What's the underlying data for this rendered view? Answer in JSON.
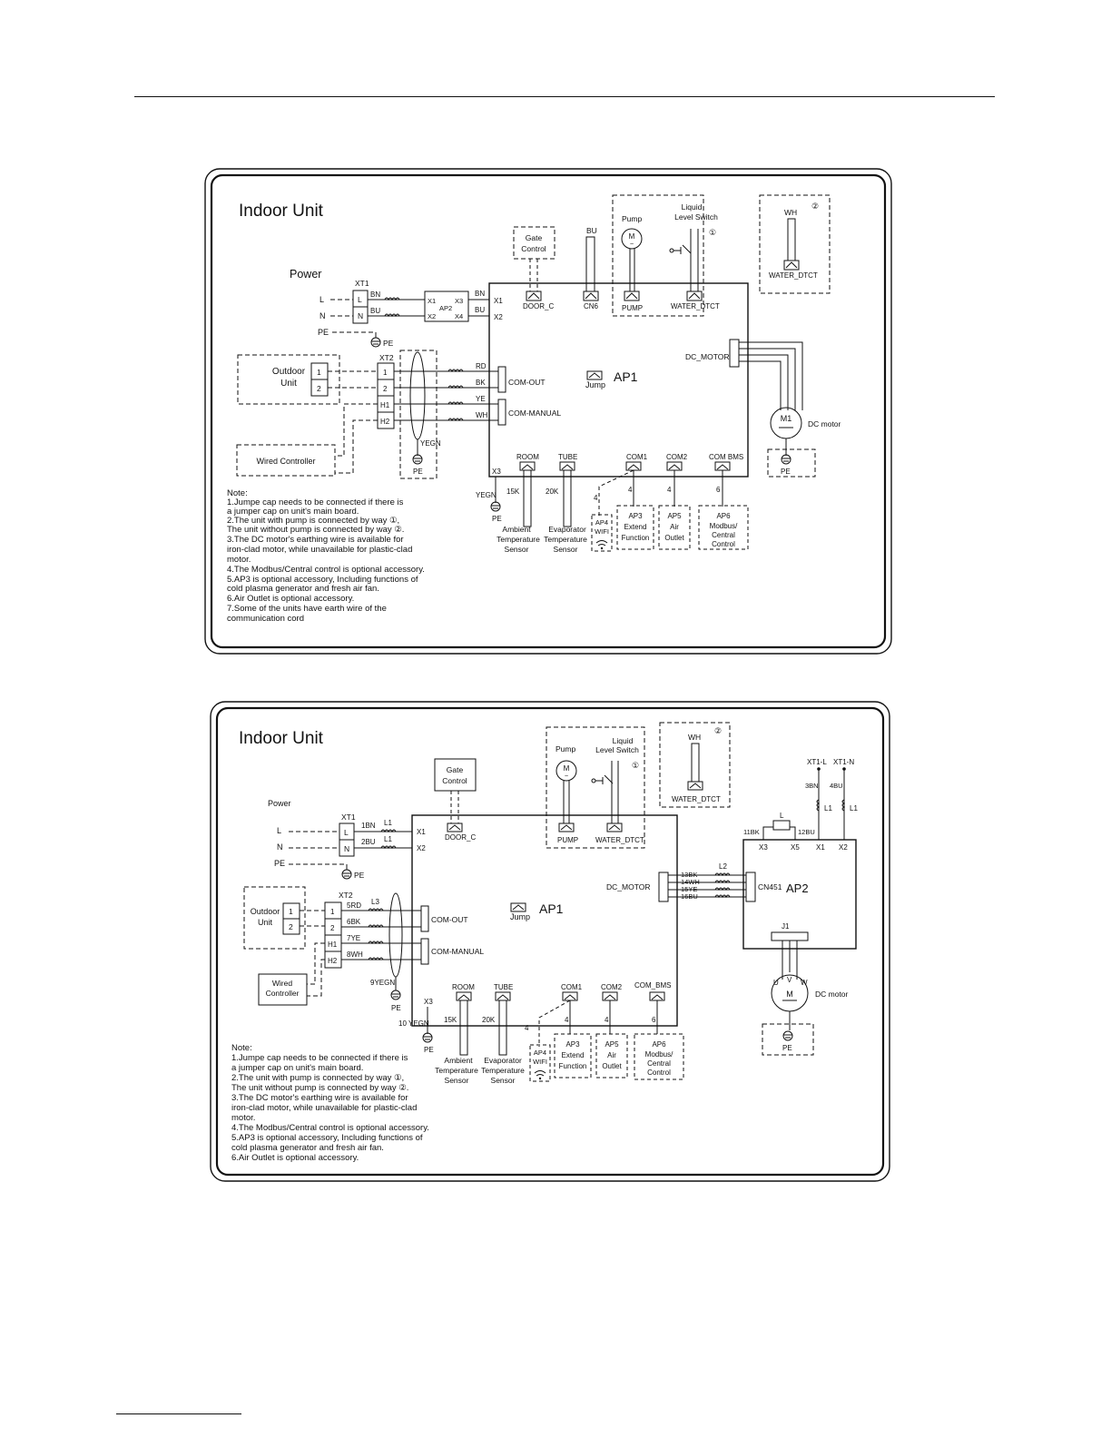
{
  "diagram1": {
    "title": "Indoor Unit",
    "power_label": "Power",
    "terminals": {
      "xt1": "XT1",
      "xt2": "XT2",
      "L": "L",
      "N": "N",
      "PE": "PE",
      "t1": "1",
      "t2": "2",
      "h1": "H1",
      "h2": "H2"
    },
    "outdoor_unit": [
      "Outdoor",
      "Unit"
    ],
    "wired_controller": "Wired Controller",
    "gate_control": [
      "Gate",
      "Control"
    ],
    "pump": "Pump",
    "liquid_level_switch": [
      "Liquid",
      "Level Switch"
    ],
    "way1": "①",
    "way2": "②",
    "motor_symbol": "M",
    "tilde": "~",
    "wh": "WH",
    "water_dtct": "WATER_DTCT",
    "bu": "BU",
    "ap1": "AP1",
    "ap2": "AP2",
    "jump": "Jump",
    "connectors": {
      "door_c": "DOOR_C",
      "cn6": "CN6",
      "pump": "PUMP",
      "water_dtct": "WATER_DTCT",
      "dc_motor": "DC_MOTOR",
      "com_out": "COM-OUT",
      "com_manual": "COM-MANUAL",
      "room": "ROOM",
      "tube": "TUBE",
      "com1": "COM1",
      "com2": "COM2",
      "com_bms": "COM BMS",
      "x1": "X1",
      "x2": "X2",
      "x3": "X3",
      "x4": "X4"
    },
    "wires": {
      "bn": "BN",
      "bu": "BU",
      "rd": "RD",
      "bk": "BK",
      "ye": "YE",
      "wh": "WH",
      "yegn": "YEGN"
    },
    "motor": {
      "label": "M1",
      "name": "DC motor"
    },
    "sensors": {
      "ambient": {
        "value": "15K",
        "lines": [
          "Ambient",
          "Temperature",
          "Sensor"
        ]
      },
      "evaporator": {
        "value": "20K",
        "lines": [
          "Evaporator",
          "Temperature",
          "Sensor"
        ]
      }
    },
    "wire_counts": {
      "com1": "4",
      "com1b": "4",
      "com2": "4",
      "bms": "6"
    },
    "accessories": {
      "ap4": "AP4",
      "wifi": "WIFI",
      "ap3": "AP3",
      "ap3_lines": [
        "Extend",
        "Function"
      ],
      "ap5": "AP5",
      "ap5_lines": [
        "Air",
        "Outlet"
      ],
      "ap6": "AP6",
      "ap6_lines": [
        "Modbus/",
        "Central",
        "Control"
      ]
    },
    "notes": [
      "Note:",
      "1.Jumpe cap needs to be connected if there is",
      " a jumper cap on unit's main board.",
      "2.The unit with pump is connected by way ①,",
      "The unit without pump is connected by way ②.",
      "3.The DC motor's earthing wire is available for",
      "iron-clad motor, while unavailable for plastic-clad",
      "motor.",
      "4.The Modbus/Central control is optional accessory.",
      "5.AP3 is optional accessory, Including functions of",
      "cold plasma generator and fresh air fan.",
      "6.Air Outlet is optional accessory.",
      "7.Some of the units have earth wire of the",
      "communication cord"
    ]
  },
  "diagram2": {
    "title": "Indoor Unit",
    "power_label": "Power",
    "terminals": {
      "xt1": "XT1",
      "xt2": "XT2",
      "L": "L",
      "N": "N",
      "PE": "PE",
      "t1": "1",
      "t2": "2",
      "h1": "H1",
      "h2": "H2"
    },
    "outdoor_unit": [
      "Outdoor",
      "Unit"
    ],
    "wired_controller": [
      "Wired",
      "Controller"
    ],
    "gate_control": [
      "Gate",
      "Control"
    ],
    "pump": "Pump",
    "liquid_level_switch": [
      "Liquid",
      "Level Switch"
    ],
    "way1": "①",
    "way2": "②",
    "motor_symbol": "M",
    "tilde": "~",
    "wh": "WH",
    "water_dtct": "WATER_DTCT",
    "ap1": "AP1",
    "ap2": "AP2",
    "jump": "Jump",
    "connectors": {
      "door_c": "DOOR_C",
      "pump": "PUMP",
      "water_dtct": "WATER_DTCT",
      "dc_motor": "DC_MOTOR",
      "com_out": "COM-OUT",
      "com_manual": "COM-MANUAL",
      "room": "ROOM",
      "tube": "TUBE",
      "com1": "COM1",
      "com2": "COM2",
      "com_bms": "COM_BMS",
      "x1": "X1",
      "x2": "X2",
      "x3": "X3",
      "x5": "X5",
      "cn451": "CN451",
      "j1": "J1"
    },
    "wires": {
      "w1bn": "1BN",
      "w2bu": "2BU",
      "l1": "L1",
      "l2": "L2",
      "l3": "L3",
      "l": "L",
      "w5rd": "5RD",
      "w6bk": "6BK",
      "w7ye": "7YE",
      "w8wh": "8WH",
      "w9yegn": "9YEGN",
      "w10yegn": "10 YEGN",
      "w11bk": "11BK",
      "w12bu": "12BU",
      "w13bk": "13BK",
      "w14wh": "14WH",
      "w15ye": "15YE",
      "w16bu": "16BU",
      "w3bn": "3BN",
      "w4bu": "4BU",
      "xt1l": "XT1-L",
      "xt1n": "XT1-N"
    },
    "motor": {
      "name": "DC motor",
      "u": "U",
      "v": "V",
      "w": "W"
    },
    "sensors": {
      "ambient": {
        "value": "15K",
        "lines": [
          "Ambient",
          "Temperature",
          "Sensor"
        ]
      },
      "evaporator": {
        "value": "20K",
        "lines": [
          "Evaporator",
          "Temperature",
          "Sensor"
        ]
      }
    },
    "wire_counts": {
      "com1": "4",
      "com1b": "4",
      "com2": "4",
      "bms": "6"
    },
    "accessories": {
      "ap4": "AP4",
      "wifi": "WIFI",
      "ap3": "AP3",
      "ap3_lines": [
        "Extend",
        "Function"
      ],
      "ap5": "AP5",
      "ap5_lines": [
        "Air",
        "Outlet"
      ],
      "ap6": "AP6",
      "ap6_lines": [
        "Modbus/",
        "Central",
        "Control"
      ]
    },
    "notes": [
      "Note:",
      "1.Jumpe cap needs to be connected if there is",
      " a jumper cap on unit's main board.",
      "2.The unit with pump is connected by way ①,",
      "The unit without pump is connected by way ②.",
      "3.The DC motor's earthing wire is available for",
      "iron-clad motor, while unavailable for plastic-clad",
      "motor.",
      "4.The Modbus/Central control is optional accessory.",
      "5.AP3 is optional accessory, Including functions of",
      " cold plasma generator and fresh air fan.",
      "6.Air Outlet is optional accessory."
    ]
  }
}
